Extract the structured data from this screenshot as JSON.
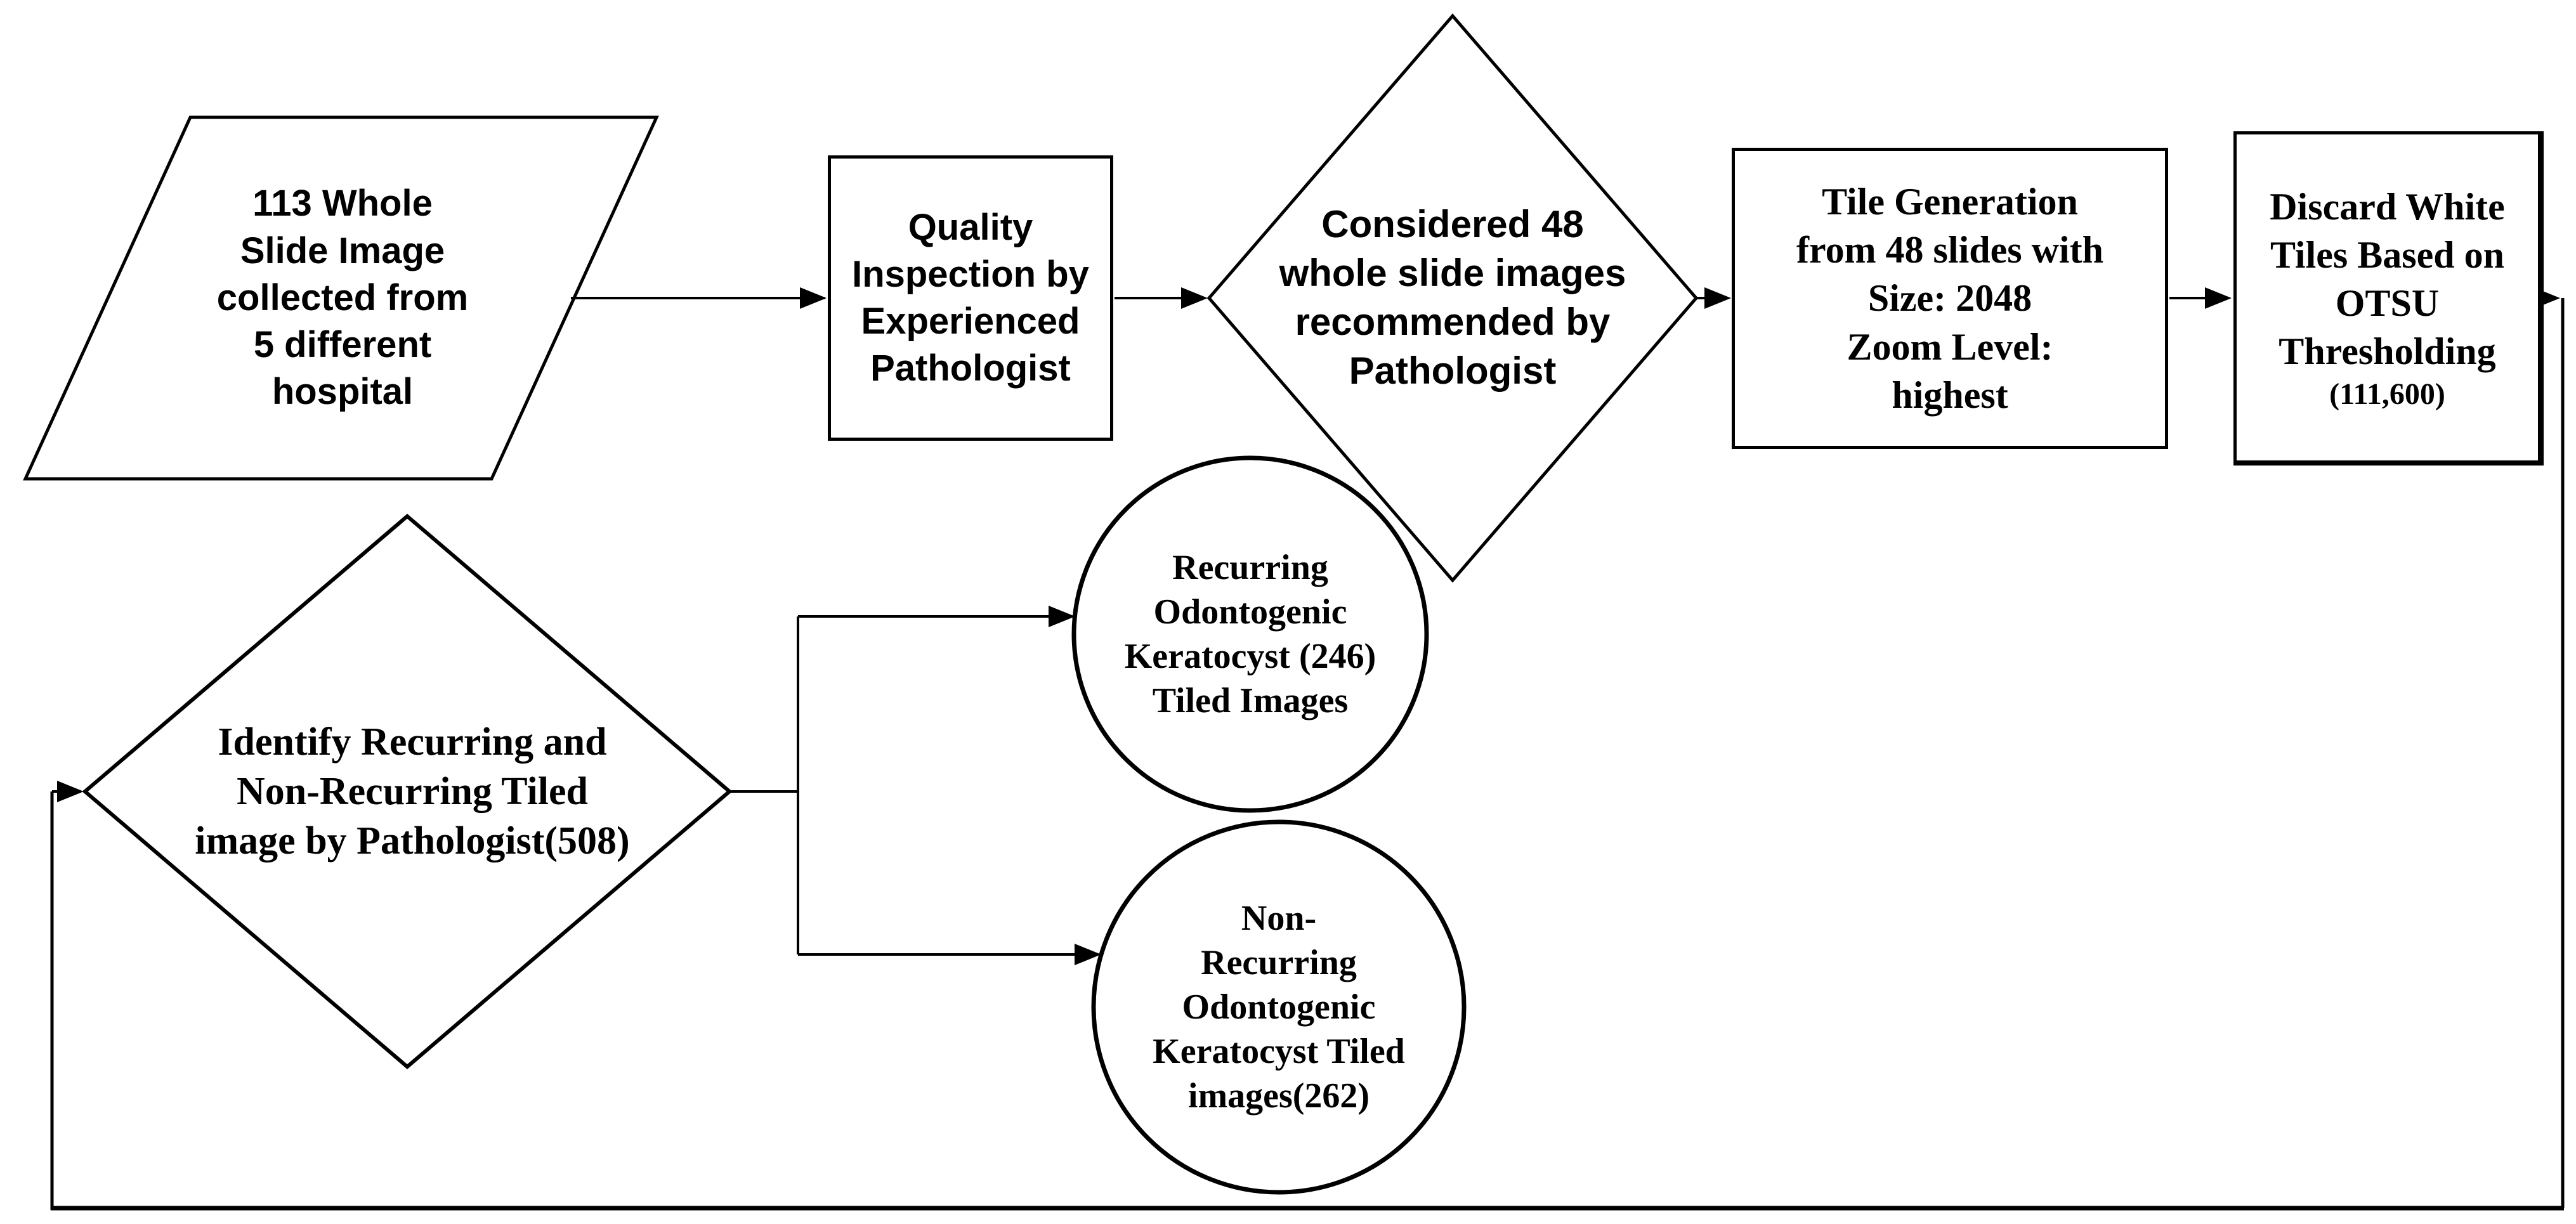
{
  "diagram": {
    "title": "Whole slide image tiling workflow flowchart",
    "background_color": "#ffffff",
    "stroke_color": "#000000",
    "text_color": "#000000",
    "nodes": {
      "wsi_input": {
        "shape": "parallelogram",
        "text": "113 Whole\nSlide Image\ncollected from\n5 different\nhospital"
      },
      "quality_inspection": {
        "shape": "rectangle",
        "text": "Quality\nInspection by\nExperienced\nPathologist"
      },
      "considered_48": {
        "shape": "diamond",
        "text": "Considered 48\nwhole slide images\nrecommended by\nPathologist"
      },
      "tile_generation": {
        "shape": "rectangle",
        "text": "Tile Generation\nfrom 48 slides with\nSize: 2048\nZoom Level:\nhighest"
      },
      "discard_white_tiles": {
        "shape": "rectangle",
        "text": "Discard White\nTiles Based on\nOTSU\nThresholding",
        "subtext": "(111,600)"
      },
      "identify_recurring": {
        "shape": "diamond",
        "text": "Identify Recurring and\nNon-Recurring Tiled\nimage by Pathologist(508)"
      },
      "recurring_tiles": {
        "shape": "circle",
        "text": "Recurring\nOdontogenic\nKeratocyst (246)\nTiled Images"
      },
      "non_recurring_tiles": {
        "shape": "circle",
        "text": "Non-\nRecurring\nOdontogenic\nKeratocyst Tiled\nimages(262)"
      }
    }
  }
}
